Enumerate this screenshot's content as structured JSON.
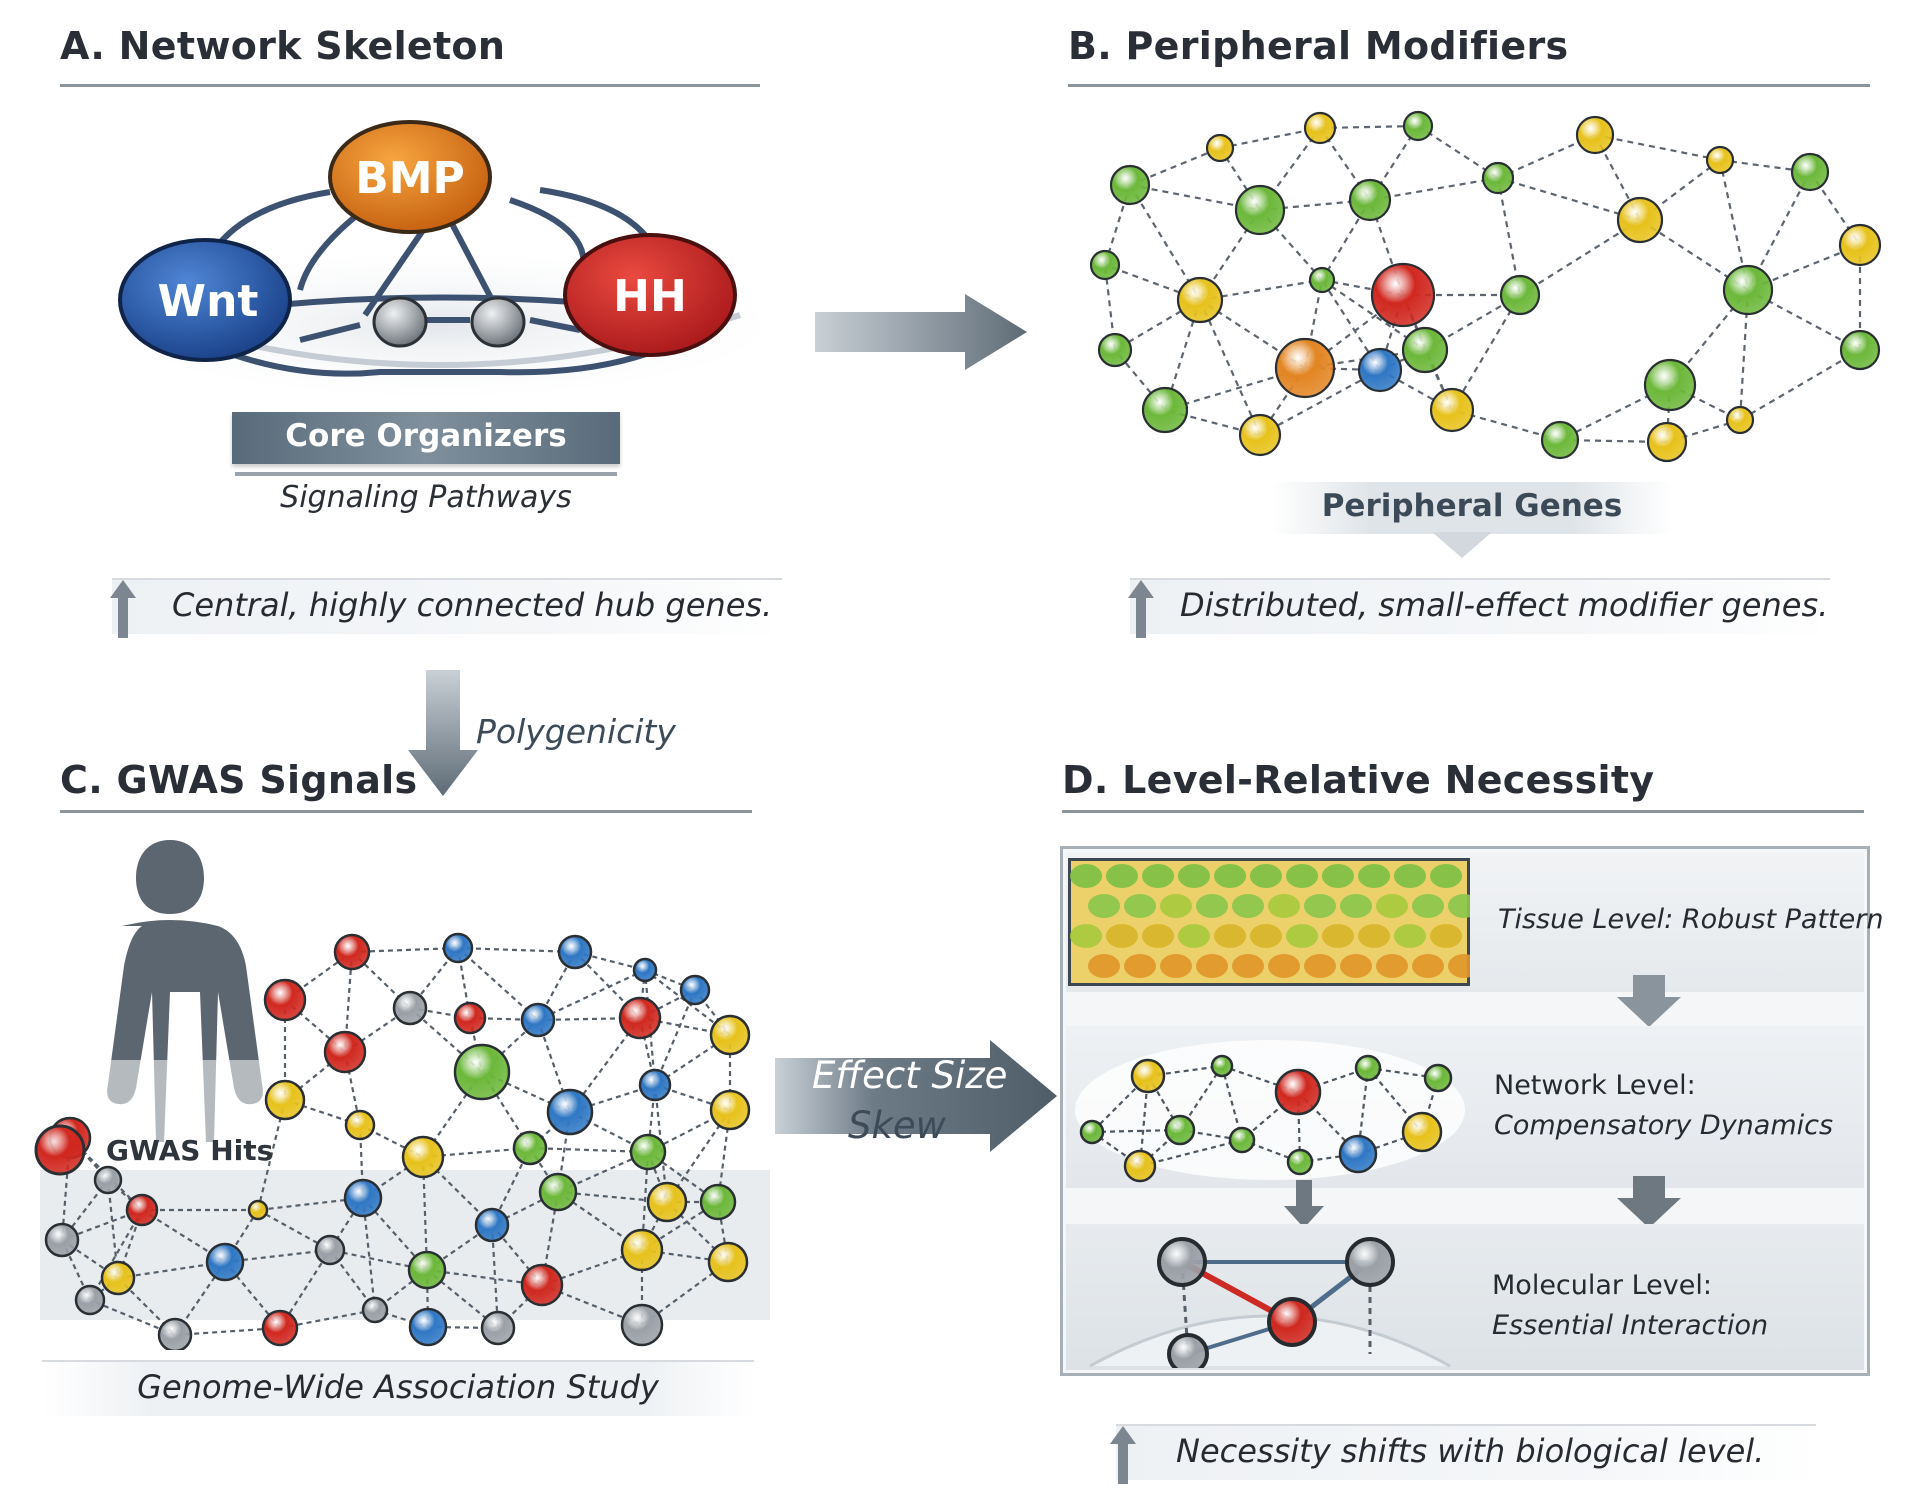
{
  "panels": {
    "a": {
      "title": "A. Network Skeleton",
      "nodes": {
        "bmp": "BMP",
        "wnt": "Wnt",
        "hh": "HH"
      },
      "banner": "Core Organizers",
      "subtitle": "Signaling Pathways",
      "caption": "Central, highly connected hub genes."
    },
    "b": {
      "title": "B. Peripheral Modifiers",
      "banner": "Peripheral Genes",
      "caption": "Distributed, small-effect modifier genes."
    },
    "c": {
      "title": "C. GWAS Signals",
      "legend": "GWAS Hits",
      "caption": "Genome-Wide Association Study"
    },
    "d": {
      "title": "D. Level-Relative Necessity",
      "tissue": {
        "head": "Tissue Level:",
        "desc": "Robust Pattern"
      },
      "network": {
        "head": "Network Level:",
        "desc": "Compensatory Dynamics"
      },
      "molecular": {
        "head": "Molecular Level:",
        "desc": "Essential Interaction"
      },
      "caption": "Necessity shifts with biological level."
    }
  },
  "arrows": {
    "polygenicity": "Polygenicity",
    "effect_line1": "Effect Size",
    "effect_line2": "Skew"
  },
  "colors": {
    "wnt": "#2456a8",
    "bmp": "#e0761a",
    "hh": "#cc2a24",
    "green": "#6cb83a",
    "yellow": "#e7c21c",
    "orange": "#e28522",
    "blue": "#2f77c4",
    "red": "#d0281f",
    "gray": "#9aa0a6",
    "arrow": "#6b7781"
  }
}
